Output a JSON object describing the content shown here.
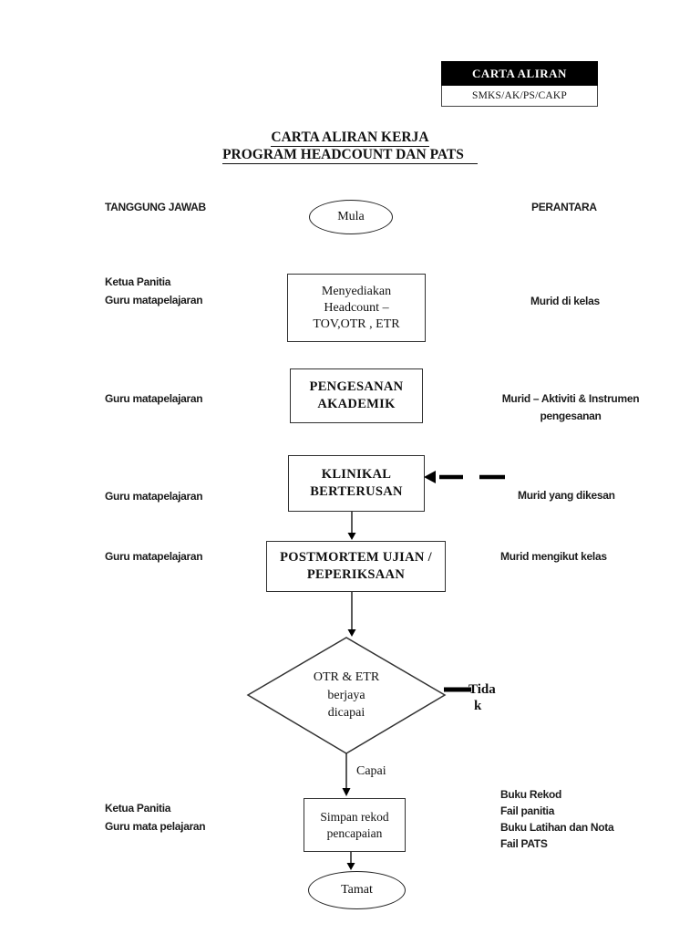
{
  "stamp": {
    "title": "CARTA ALIRAN",
    "code": "SMKS/AK/PS/CAKP"
  },
  "title": {
    "line1": "CARTA ALIRAN KERJA",
    "line2": "PROGRAM HEADCOUNT DAN PATS"
  },
  "column_headers": {
    "left": "TANGGUNG JAWAB",
    "right": "PERANTARA"
  },
  "nodes": {
    "start": "Mula",
    "prepare_headcount": {
      "line1": "Menyediakan",
      "line2": "Headcount –",
      "line3": "TOV,OTR , ETR"
    },
    "pengesanan": {
      "line1": "PENGESANAN",
      "line2": "AKADEMIK"
    },
    "klinikal": {
      "line1": "KLINIKAL",
      "line2": "BERTERUSAN"
    },
    "postmortem": {
      "line1": "POSTMORTEM UJIAN /",
      "line2": "PEPERIKSAAN"
    },
    "decision": {
      "line1": "OTR & ETR",
      "line2": "berjaya",
      "line3": "dicapai"
    },
    "save_record": {
      "line1": "Simpan rekod",
      "line2": "pencapaian"
    },
    "end": "Tamat"
  },
  "edge_labels": {
    "no_part1": "Tida",
    "no_part2": "k",
    "yes": "Capai"
  },
  "left_labels": {
    "row1": {
      "line1": "Ketua Panitia",
      "line2": "Guru matapelajaran"
    },
    "row2": "Guru matapelajaran",
    "row3": "Guru matapelajaran",
    "row4": "Guru matapelajaran",
    "row5": {
      "line1": "Ketua Panitia",
      "line2": "Guru mata pelajaran"
    }
  },
  "right_labels": {
    "row1": "Murid di kelas",
    "row2": {
      "line1": "Murid – Aktiviti & Instrumen",
      "line2": "pengesanan"
    },
    "row3": "Murid yang dikesan",
    "row4": "Murid mengikut kelas",
    "row5": {
      "line1": "Buku Rekod",
      "line2": "Fail panitia",
      "line3": "Buku Latihan dan Nota",
      "line4": "Fail PATS"
    }
  },
  "colors": {
    "ink": "#000000",
    "stamp_bg": "#000000",
    "stamp_text": "#ffffff",
    "page_bg": "#ffffff",
    "border": "#2f2f2f"
  }
}
